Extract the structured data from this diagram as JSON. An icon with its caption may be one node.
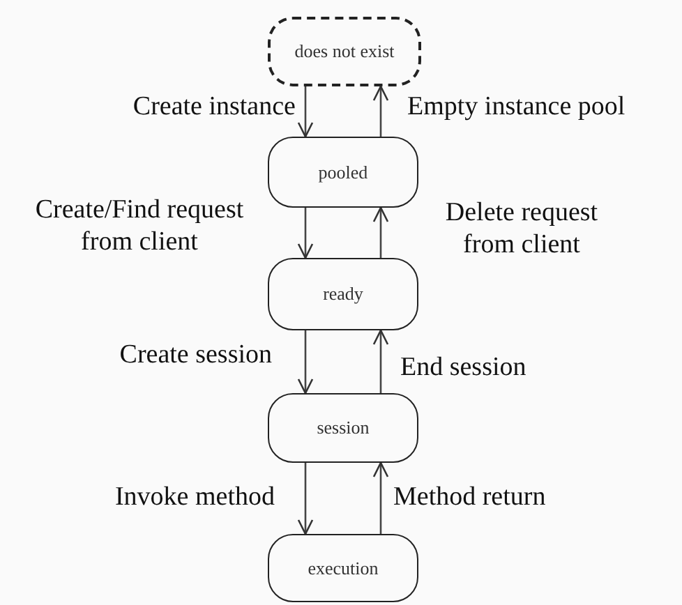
{
  "diagram": {
    "nodes": [
      {
        "text": [
          "does not exist"
        ]
      },
      {
        "text": [
          "pooled"
        ]
      },
      {
        "text": [
          "ready"
        ]
      },
      {
        "text": [
          "session"
        ]
      },
      {
        "text": [
          "execution"
        ]
      }
    ],
    "edges": [
      {
        "from": 0,
        "to": 1,
        "arrow": "to",
        "label": "Create instance"
      },
      {
        "from": 1,
        "to": 0,
        "arrow": "to",
        "label": "Empty instance pool"
      },
      {
        "from": 1,
        "to": 2,
        "arrow": "to",
        "label": "Create/Find request from client"
      },
      {
        "from": 2,
        "to": 1,
        "arrow": "to",
        "label": "Delete request from client"
      },
      {
        "from": 2,
        "to": 3,
        "arrow": "to",
        "label": "Create session"
      },
      {
        "from": 3,
        "to": 2,
        "arrow": "to",
        "label": "End session"
      },
      {
        "from": 3,
        "to": 4,
        "arrow": "to",
        "label": "Invoke method"
      },
      {
        "from": 4,
        "to": 3,
        "arrow": "to",
        "label": "Method return"
      }
    ]
  }
}
